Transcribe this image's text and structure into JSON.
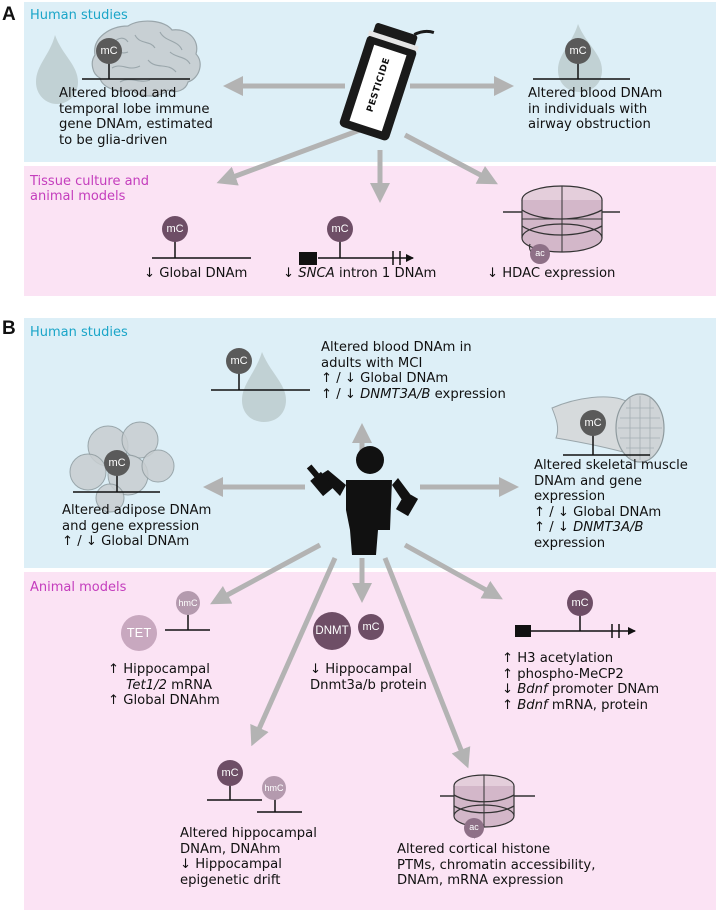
{
  "panelA": {
    "letter": "A",
    "human_title": "Human studies",
    "tissue_title": [
      "Tissue culture and",
      "animal models"
    ],
    "pesticide_label": "PESTICIDE",
    "human_left": [
      "Altered blood and",
      "temporal lobe immune",
      "gene DNAm, estimated",
      "to be glia-driven"
    ],
    "human_right": [
      "Altered blood DNAm",
      "in individuals with",
      "airway obstruction"
    ],
    "model1": "↓ Global DNAm",
    "model2_arrow": "↓",
    "model2_gene": "SNCA",
    "model2_rest": "intron 1 DNAm",
    "model3": "↓ HDAC expression"
  },
  "panelB": {
    "letter": "B",
    "human_title": "Human studies",
    "animal_title": "Animal models",
    "blood": [
      "Altered blood DNAm in",
      "adults with MCI",
      "↑ / ↓  Global DNAm"
    ],
    "blood_gene_prefix": "↑ / ↓ ",
    "blood_gene": "DNMT3A/B",
    "blood_gene_suffix": " expression",
    "adipose": [
      "Altered adipose DNAm",
      "and gene expression",
      "↑ / ↓  Global DNAm"
    ],
    "muscle": [
      "Altered skeletal muscle",
      "DNAm and gene",
      "expression",
      "↑ / ↓  Global DNAm"
    ],
    "muscle_gene_prefix": "↑ / ↓ ",
    "muscle_gene": "DNMT3A/B",
    "muscle_last": "expression",
    "tet": {
      "l1": "↑  Hippocampal",
      "l2_gene": "Tet1/2",
      "l2_rest": " mRNA",
      "l3": "↑  Global DNAhm"
    },
    "dnmt": [
      "↓  Hippocampal",
      "Dnmt3a/b protein"
    ],
    "bdnf": {
      "l1": "↑  H3 acetylation",
      "l2": "↑  phospho-MeCP2",
      "l3_arrow": "↓  ",
      "l3_gene": "Bdnf",
      "l3_rest": " promoter DNAm",
      "l4_arrow": "↑  ",
      "l4_gene": "Bdnf",
      "l4_rest": " mRNA, protein"
    },
    "hippo": [
      "Altered hippocampal",
      "DNAm, DNAhm",
      "↓  Hippocampal",
      "epigenetic drift"
    ],
    "cortical": [
      "Altered cortical histone",
      "PTMs, chromatin accessibility,",
      "DNAm, mRNA expression"
    ]
  },
  "marks": {
    "mc": "mC",
    "hmc": "hmC",
    "tet": "TET",
    "dnmt": "DNMT",
    "ac": "ac"
  },
  "colors": {
    "blue_panel": "#ddeff7",
    "pink_panel": "#fbe3f4",
    "mc_circle": "#555555",
    "hmc_circle": "#b49aae",
    "arrow": "#b3b3b3"
  }
}
